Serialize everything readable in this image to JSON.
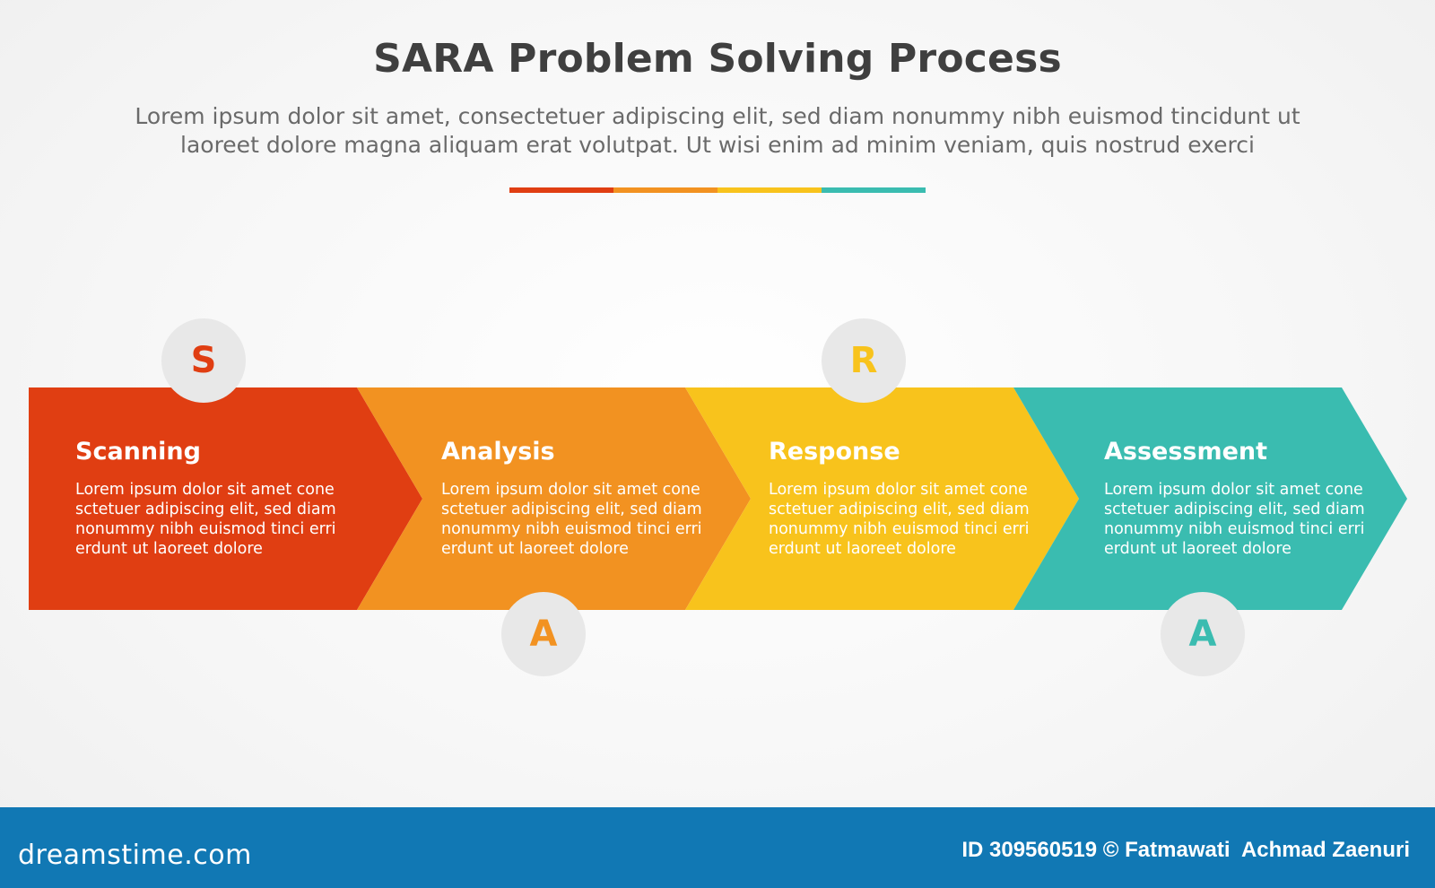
{
  "header": {
    "title": "SARA Problem Solving Process",
    "subtitle_line1": "Lorem ipsum dolor sit amet, consectetuer adipiscing elit, sed diam nonummy nibh euismod tincidunt ut",
    "subtitle_line2": "laoreet dolore magna aliquam erat volutpat. Ut wisi enim ad minim veniam, quis nostrud exerci"
  },
  "colors": {
    "red": "#e03e12",
    "orange": "#f29221",
    "yellow": "#f8c31c",
    "teal": "#3abcb0",
    "title": "#3f3f3f",
    "circle_bg": "#e8e8e8",
    "watermark_bar": "#1178b4"
  },
  "stages": [
    {
      "title": "Scanning",
      "letter": "S",
      "letter_position": "top",
      "description": "Lorem ipsum dolor sit amet cone sctetuer adipiscing elit, sed diam nonummy nibh euismod tinci erri erdunt ut laoreet dolore"
    },
    {
      "title": "Analysis",
      "letter": "A",
      "letter_position": "bottom",
      "description": "Lorem ipsum dolor sit amet cone sctetuer adipiscing elit, sed diam nonummy nibh euismod tinci erri erdunt ut laoreet dolore"
    },
    {
      "title": "Response",
      "letter": "R",
      "letter_position": "top",
      "description": "Lorem ipsum dolor sit amet cone sctetuer adipiscing elit, sed diam nonummy nibh euismod tinci erri erdunt ut laoreet dolore"
    },
    {
      "title": "Assessment",
      "letter": "A",
      "letter_position": "bottom",
      "description": "Lorem ipsum dolor sit amet cone sctetuer adipiscing elit, sed diam nonummy nibh euismod tinci erri erdunt ut laoreet dolore"
    }
  ],
  "watermark": {
    "site": "dreamstime.com",
    "credit": "ID 309560519 © Fatmawati  Achmad Zaenuri"
  }
}
